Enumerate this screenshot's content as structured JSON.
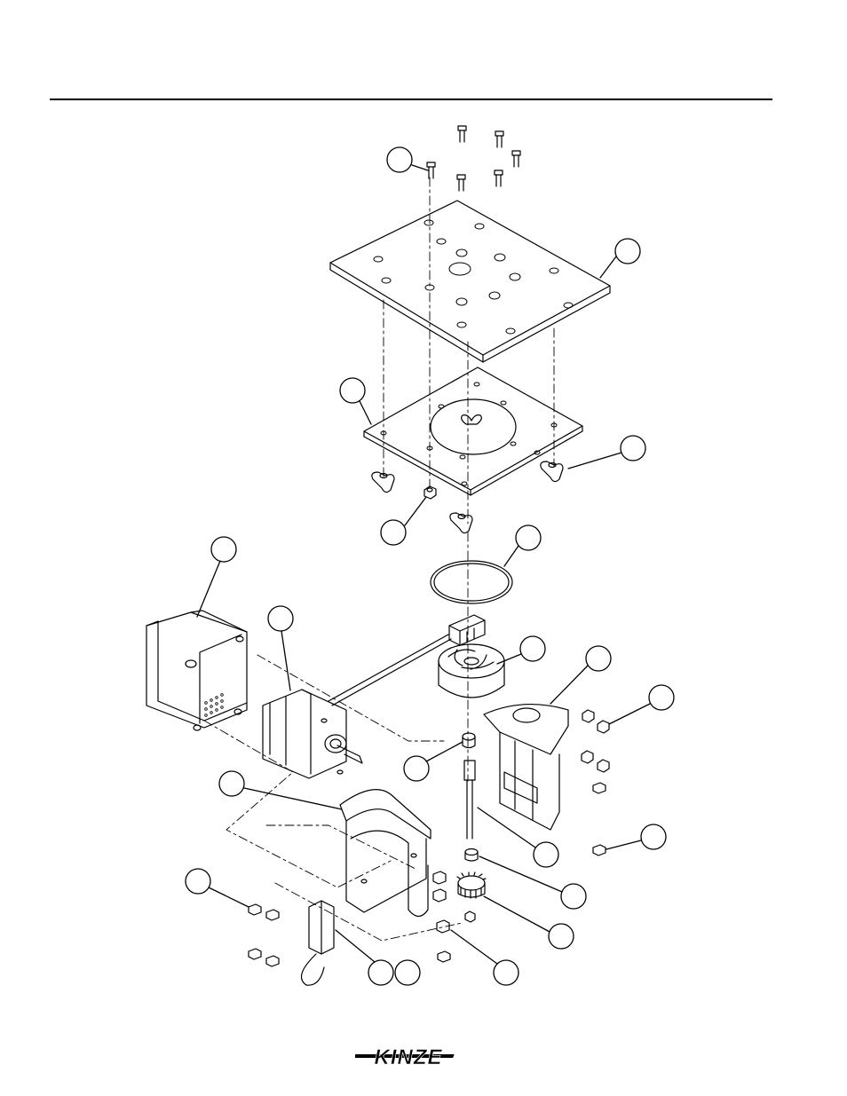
{
  "document": {
    "brand": {
      "logo_text": "KINZE",
      "logo_icon": "kinze-logo"
    },
    "callouts": {
      "count": 21,
      "labels_printed": false
    },
    "colors": {
      "ink": "#000000",
      "paper": "#ffffff"
    }
  }
}
